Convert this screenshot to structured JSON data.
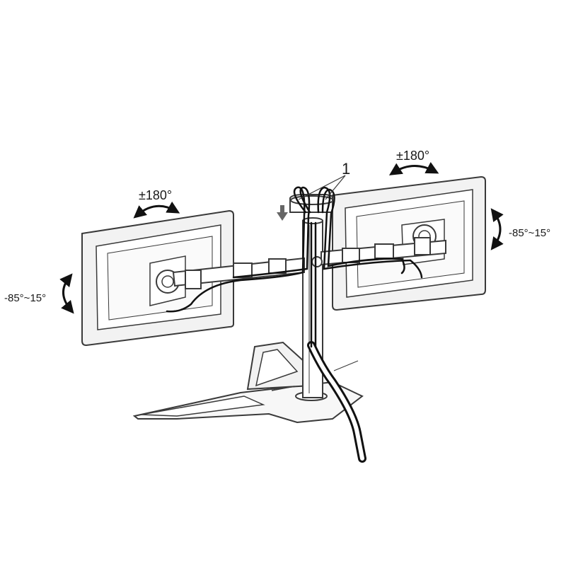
{
  "labels": {
    "rotation_left": "±180°",
    "rotation_right": "±180°",
    "tilt_left": "-85°~15°",
    "tilt_right": "-85°~15°",
    "callout": "1"
  },
  "colors": {
    "line": "#3a3a3a",
    "panel_fill": "#f2f2f2",
    "cable": "#111111"
  },
  "icons": [
    "rotation-arrow-icon",
    "tilt-arrow-icon",
    "down-arrow-icon"
  ]
}
